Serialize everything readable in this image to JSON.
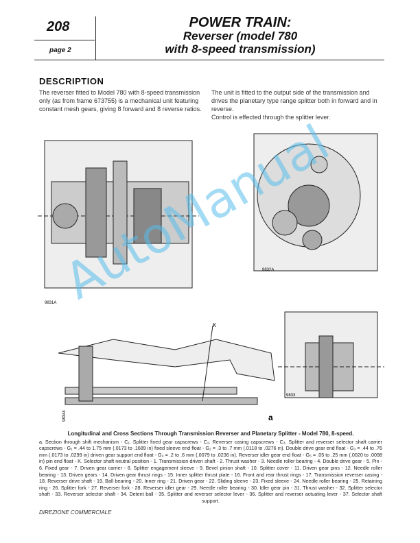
{
  "header": {
    "number": "208",
    "page": "page 2",
    "title_lines": [
      "POWER TRAIN:",
      "Reverser (model 780",
      "with 8-speed transmission)"
    ]
  },
  "description": {
    "heading": "DESCRIPTION",
    "left": "The reverser fitted to Model 780 with 8-speed transmission only (as from frame 673755) is a mechanical unit featuring constant mesh gears, giving 8 forward and 8 reverse ratios.",
    "right_1": "The unit is fitted to the output side of the transmission and drives the planetary type range splitter both in forward and in reverse.",
    "right_2": "Control is effected through the splitter lever."
  },
  "figures": {
    "fig1_code": "9831A",
    "fig2_code": "9832A",
    "fig3_code": "98344",
    "fig4_code": "9833",
    "fig3_letter": "a",
    "k_label": "K"
  },
  "caption": {
    "title": "Longitudinal and Cross Sections Through Transmission Reverser and Planetary Splitter - Model 780, 8-speed.",
    "body": "a. Section through shift mechanism - C₁. Splitter fixed gear capscrews - C₂. Reverser casing capscrews - C₃. Splitter and reverser selector shaft carrier capscrews - G₁ = .44 to 1.75 mm (.0173 to .1689 in) fixed sleeve end float - G₂ = .3 to .7 mm (.0118 to .0276 in). Double drive gear end float - G₃ = .44 to .76 mm (.0173 to .0299 in) driven gear support end float - G₄ = .2 to .6 mm (.0079 to .0236 in). Reverser idler gear end float - G₅ = .05 to .25 mm (.0020 to .0098 in) pin end float - K. Selector shaft neutral position - 1. Transmission driven shaft - 2. Thrust washer - 3. Needle roller bearing - 4. Double drive gear - 5. Pin - 6. Fixed gear - 7. Driven gear carrier - 8. Splitter engagement sleeve - 9. Bevel pinion shaft - 10. Splitter cover - 11. Driven gear pins - 12. Needle roller bearing - 13. Driven gears - 14. Driven gear thrust rings - 15. Inner splitter thrust plate - 16. Front and rear thrust rings - 17. Transmission reverser casing - 18. Reverser drive shaft - 19. Ball bearing - 20. Inner ring - 21. Driven gear - 22. Sliding sleeve - 23. Fixed sleeve - 24. Needle roller bearing - 25. Retaining ring - 26. Splitter fork - 27. Reverser fork - 28. Reverser idler gear - 29. Needle roller bearing - 30. Idler gear pin - 31. Thrust washer - 32. Splitter selector shaft - 33. Reverser selector shaft - 34. Detent ball - 35. Splitter and reverser selector lever - 36. Splitter and reverser actuating lever - 37. Selector shaft support."
  },
  "footer": "DIREZIONE COMMERCIALE",
  "watermark": "AutoManual"
}
